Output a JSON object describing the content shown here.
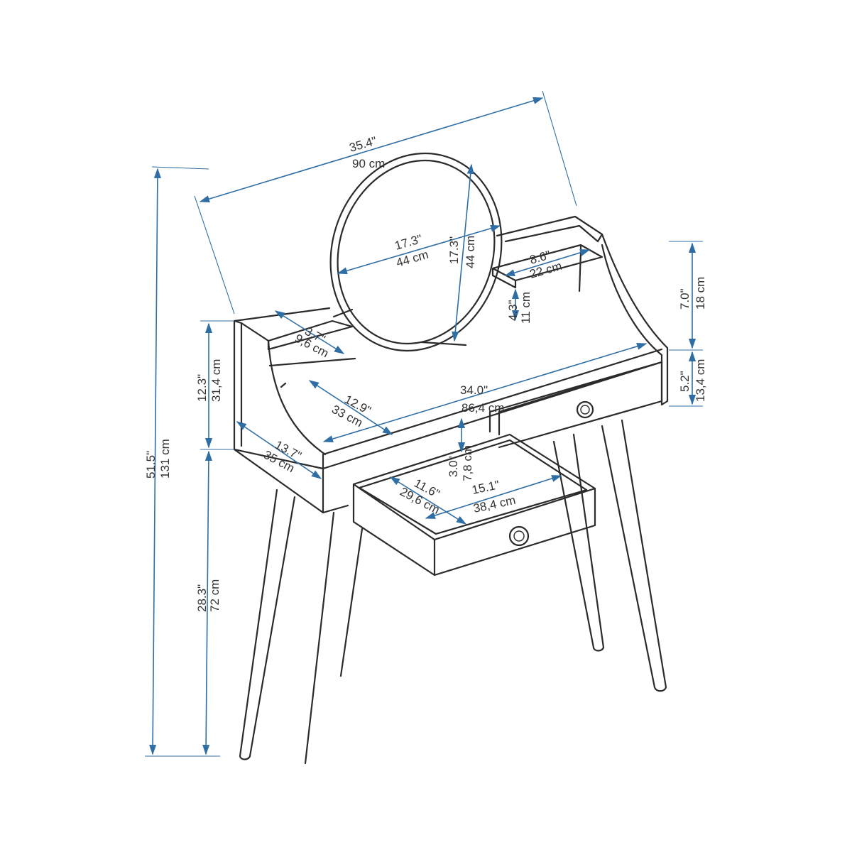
{
  "dimensions": {
    "total_width": {
      "in": "35.4\"",
      "cm": "90 cm"
    },
    "mirror_width": {
      "in": "17.3\"",
      "cm": "44 cm"
    },
    "mirror_height": {
      "in": "17.3\"",
      "cm": "44 cm"
    },
    "shelf_width": {
      "in": "8.6\"",
      "cm": "22 cm"
    },
    "shelf_gap": {
      "in": "4.3\"",
      "cm": "11 cm"
    },
    "upper_height_right": {
      "in": "7.0\"",
      "cm": "18 cm"
    },
    "side_height_right": {
      "in": "5.2\"",
      "cm": "13,4 cm"
    },
    "small_shelf_depth": {
      "in": "3.7\"",
      "cm": "9,6 cm"
    },
    "desk_width": {
      "in": "34.0\"",
      "cm": "86,4 cm"
    },
    "desk_inner_depth": {
      "in": "12.9\"",
      "cm": "33 cm"
    },
    "desk_depth": {
      "in": "13.7\"",
      "cm": "35 cm"
    },
    "drawer_height": {
      "in": "3.0\"",
      "cm": "7,8 cm"
    },
    "drawer_width": {
      "in": "15.1\"",
      "cm": "38,4 cm"
    },
    "drawer_depth": {
      "in": "11.6\"",
      "cm": "29,6 cm"
    },
    "upper_height_left": {
      "in": "12.3\"",
      "cm": "31,4 cm"
    },
    "total_height": {
      "in": "51.5\"",
      "cm": "131 cm"
    },
    "leg_height": {
      "in": "28.3\"",
      "cm": "72 cm"
    }
  },
  "colors": {
    "outline": "#2b2b2b",
    "dimension": "#2f6ea5",
    "text": "#333333"
  }
}
